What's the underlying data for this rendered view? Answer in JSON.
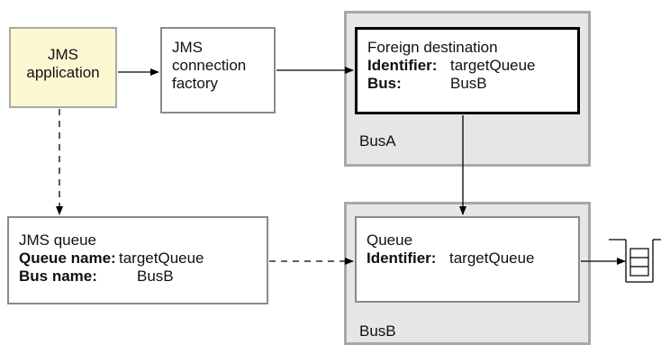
{
  "app": {
    "line1": "JMS",
    "line2": "application"
  },
  "factory": {
    "line1": "JMS",
    "line2": "connection",
    "line3": "factory"
  },
  "foreign_destination": {
    "title": "Foreign destination",
    "identifier_key": "Identifier:",
    "identifier_value": "targetQueue",
    "bus_key": "Bus:",
    "bus_value": "BusB"
  },
  "bus_a": {
    "label": "BusA"
  },
  "jms_queue": {
    "title": "JMS queue",
    "queue_name_key": "Queue name:",
    "queue_name_value": "targetQueue",
    "bus_name_key": "Bus name:",
    "bus_name_value": "BusB"
  },
  "queue": {
    "title": "Queue",
    "identifier_key": "Identifier:",
    "identifier_value": "targetQueue"
  },
  "bus_b": {
    "label": "BusB"
  },
  "colors": {
    "app_fill": "#fdf8d2",
    "bus_fill": "#e6e6e6",
    "bus_border": "#a8a8a8",
    "box_border": "#8a8a8a"
  }
}
